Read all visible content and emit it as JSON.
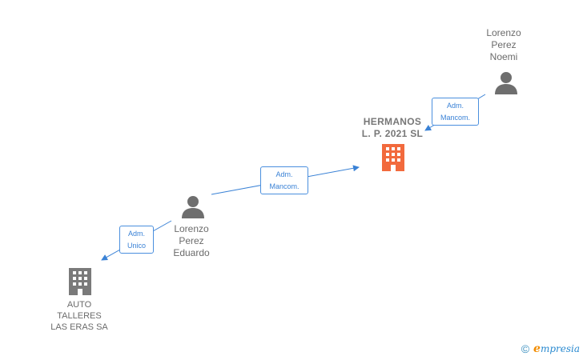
{
  "nodes": {
    "main_company": {
      "lines": [
        "HERMANOS",
        "L. P. 2021  SL"
      ],
      "type": "company",
      "highlight": true
    },
    "person_noemi": {
      "lines": [
        "Lorenzo",
        "Perez",
        "Noemi"
      ],
      "type": "person"
    },
    "person_eduardo": {
      "lines": [
        "Lorenzo",
        "Perez",
        "Eduardo"
      ],
      "type": "person"
    },
    "company_auto": {
      "lines": [
        "AUTO",
        "TALLERES",
        "LAS ERAS SA"
      ],
      "type": "company"
    }
  },
  "edges": {
    "noemi_to_main": {
      "lines": [
        "Adm.",
        "Mancom."
      ]
    },
    "eduardo_to_main": {
      "lines": [
        "Adm.",
        "Mancom."
      ]
    },
    "eduardo_to_auto": {
      "lines": [
        "Adm.",
        "Unico"
      ]
    }
  },
  "footer": {
    "copyright": "©",
    "brand_first": "e",
    "brand_rest": "mpresia"
  },
  "colors": {
    "highlight": "#f26a3d",
    "person": "#6e6e6e",
    "company": "#7a7a7a",
    "edge": "#3a82d6"
  },
  "icons": {
    "person": "person-icon",
    "company": "building-icon"
  }
}
